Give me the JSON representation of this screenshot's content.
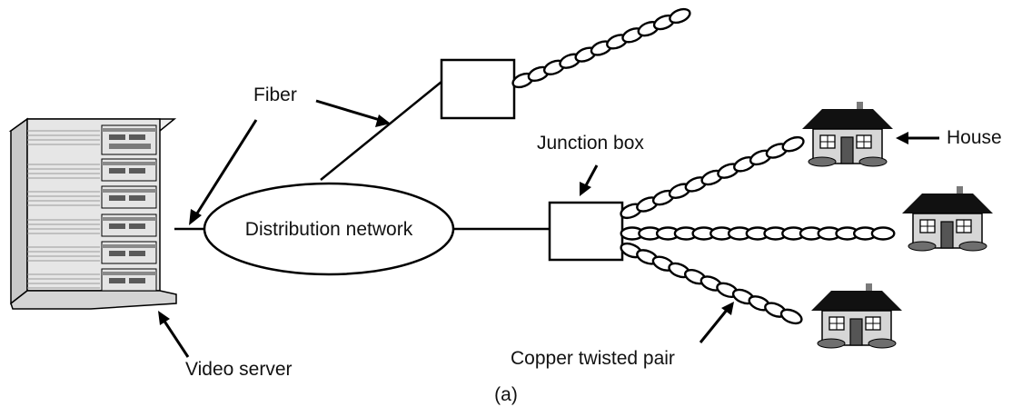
{
  "labels": {
    "fiber": "Fiber",
    "junction_box": "Junction box",
    "house": "House",
    "distribution_network": "Distribution network",
    "video_server": "Video server",
    "copper_twisted_pair": "Copper twisted pair",
    "caption": "(a)"
  },
  "colors": {
    "line": "#000000",
    "background": "#ffffff",
    "roof": "#111111",
    "wall": "#d6d6d6",
    "door": "#555555",
    "bush": "#6e6e6e",
    "rack_light": "#e4e4e4",
    "rack_dark": "#8a8a8a"
  },
  "icons": [
    "server-rack-icon",
    "house-icon",
    "twisted-pair-icon",
    "arrow-icon"
  ]
}
